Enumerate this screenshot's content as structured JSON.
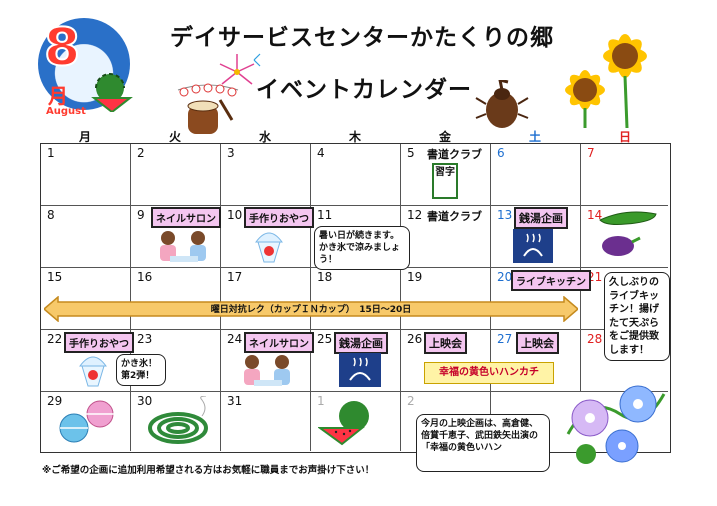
{
  "header": {
    "title_line1": "デイサービスセンターかたくりの郷",
    "title_line2": "イベントカレンダー",
    "month_number": "8",
    "month_kanji": "月",
    "month_english": "August"
  },
  "weekdays": [
    {
      "label": "月",
      "type": "weekday"
    },
    {
      "label": "火",
      "type": "weekday"
    },
    {
      "label": "水",
      "type": "weekday"
    },
    {
      "label": "木",
      "type": "weekday"
    },
    {
      "label": "金",
      "type": "weekday"
    },
    {
      "label": "土",
      "type": "sat"
    },
    {
      "label": "日",
      "type": "sun"
    }
  ],
  "days": [
    "1",
    "2",
    "3",
    "4",
    "5",
    "6",
    "7",
    "8",
    "9",
    "10",
    "11",
    "12",
    "13",
    "14",
    "15",
    "16",
    "17",
    "18",
    "19",
    "20",
    "21",
    "22",
    "23",
    "24",
    "25",
    "26",
    "27",
    "28",
    "29",
    "30",
    "31",
    "1",
    "2"
  ],
  "events": {
    "shodo_5": "書道クラブ",
    "shodo_12": "書道クラブ",
    "shodo_sign": "習字",
    "nail_9": "ネイルサロン",
    "oyatsu_10": "手作りおやつ",
    "sento_13": "銭湯企画",
    "live_20": "ライブキッチン",
    "oyatsu_22": "手作りおやつ",
    "nail_24": "ネイルサロン",
    "sento_25": "銭湯企画",
    "movie_26": "上映会",
    "movie_27": "上映会",
    "movie_banner": "幸福の黄色いハンカチ",
    "arrow_event": "曜日対抗レク（カップＩＮカップ）　15日～20日"
  },
  "bubbles": {
    "kakigori_1": "暑い日が続きます。かき氷で涼みましょう！",
    "kakigori_2": "かき氷！第2弾！",
    "live_kitchen": "久しぶりのライブキッチン！揚げたて天ぷらをご提供致します！",
    "movie_info": "今月の上映企画は、高倉健、倍賞千恵子、武田鉄矢出演の「幸福の黄色いハン"
  },
  "footnote": "※ご希望の企画に追加利用希望される方はお気軽に職員までお声掛け下さい！",
  "colors": {
    "tag_bg": "#f4c6f0",
    "saturday": "#1e6fd0",
    "sunday": "#e02020",
    "arrow_fill": "#f7c96a",
    "banner_text": "#c5002a"
  }
}
